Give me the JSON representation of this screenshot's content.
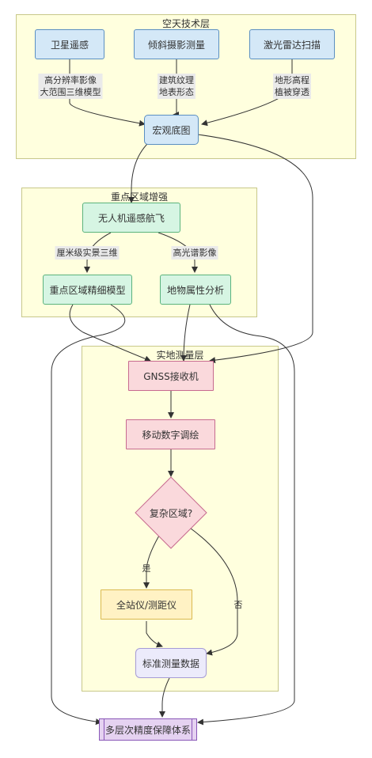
{
  "groups": {
    "air": "空天技术层",
    "focus": "重点区域增强",
    "field": "实地测量层"
  },
  "nodes": {
    "satellite": "卫星遥感",
    "oblique": "倾斜摄影测量",
    "lidar": "激光雷达扫描",
    "macro_map": "宏观底图",
    "uav": "无人机遥感航飞",
    "fine_model": "重点区域精细模型",
    "attr_analysis": "地物属性分析",
    "gnss": "GNSS接收机",
    "mobile_survey": "移动数字调绘",
    "complex_area": "复杂区域?",
    "total_station": "全站仪/测距仪",
    "standard_data": "标准测量数据",
    "system": "多层次精度保障体系"
  },
  "edge_labels": {
    "satellite_1": "高分辨率影像",
    "satellite_2": "大范围三维模型",
    "oblique_1": "建筑纹理",
    "oblique_2": "地表形态",
    "lidar_1": "地形高程",
    "lidar_2": "植被穿透",
    "uav_left": "厘米级实景三维",
    "uav_right": "高光谱影像",
    "yes": "是",
    "no": "否"
  },
  "colors": {
    "group_fill": "#ffffde",
    "group_border": "#c8c88a",
    "air_node": "#d4e8f7",
    "focus_node": "#d6f5e3",
    "field_node": "#fad9dc",
    "decision_node": "#fad9dc",
    "instrument_node": "#fff2c4",
    "data_node": "#ecebfb",
    "system_node": "#e5d2f1",
    "edge": "#333333"
  }
}
